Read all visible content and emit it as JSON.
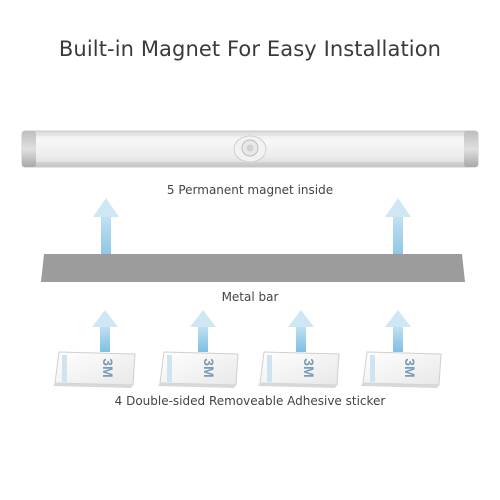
{
  "title": "Built-in Magnet For Easy Installation",
  "labels": {
    "magnet": "5 Permanent magnet inside",
    "metal_bar": "Metal bar",
    "sticker": "4 Double-sided Removeable Adhesive sticker"
  },
  "sticker_print": "3M",
  "colors": {
    "arrow": "#8ec7e6",
    "metal_bar": "#9a9a9a",
    "light_body": "#e6e6e6"
  }
}
